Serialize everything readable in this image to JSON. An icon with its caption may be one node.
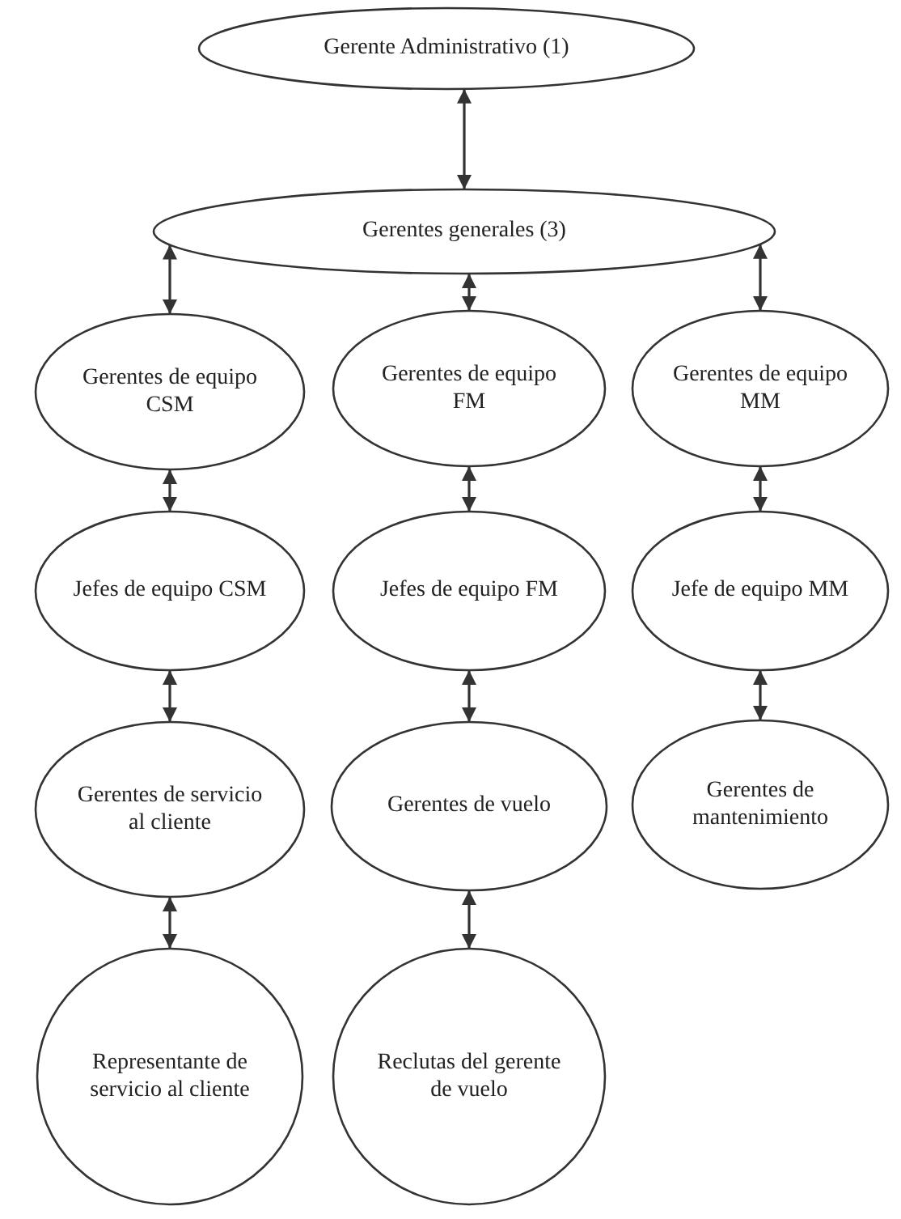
{
  "diagram": {
    "nodes": [
      {
        "text": [
          "Gerente Administrativo (1)"
        ]
      },
      {
        "text": [
          "Gerentes generales (3)"
        ]
      },
      {
        "text": [
          "Gerentes de equipo CSM"
        ]
      },
      {
        "text": [
          "Gerentes de equipo FM"
        ]
      },
      {
        "text": [
          "Gerentes de equipo MM"
        ]
      },
      {
        "text": [
          "Jefes de equipo CSM"
        ]
      },
      {
        "text": [
          "Jefes de equipo FM"
        ]
      },
      {
        "text": [
          "Jefe de equipo MM"
        ]
      },
      {
        "text": [
          "Gerentes de servicio al cliente"
        ]
      },
      {
        "text": [
          "Gerentes de vuelo"
        ]
      },
      {
        "text": [
          "Gerentes de mantenimiento"
        ]
      },
      {
        "text": [
          "Representante de servicio al cliente"
        ]
      },
      {
        "text": [
          "Reclutas del gerente de vuelo"
        ]
      }
    ],
    "edges": [
      {
        "from": 0,
        "to": 1,
        "arrow": "both"
      },
      {
        "from": 1,
        "to": 2,
        "arrow": "both"
      },
      {
        "from": 1,
        "to": 3,
        "arrow": "both"
      },
      {
        "from": 1,
        "to": 4,
        "arrow": "both"
      },
      {
        "from": 2,
        "to": 5,
        "arrow": "both"
      },
      {
        "from": 3,
        "to": 6,
        "arrow": "both"
      },
      {
        "from": 4,
        "to": 7,
        "arrow": "both"
      },
      {
        "from": 5,
        "to": 8,
        "arrow": "both"
      },
      {
        "from": 6,
        "to": 9,
        "arrow": "both"
      },
      {
        "from": 7,
        "to": 10,
        "arrow": "both"
      },
      {
        "from": 8,
        "to": 11,
        "arrow": "both"
      },
      {
        "from": 9,
        "to": 12,
        "arrow": "both"
      }
    ]
  }
}
